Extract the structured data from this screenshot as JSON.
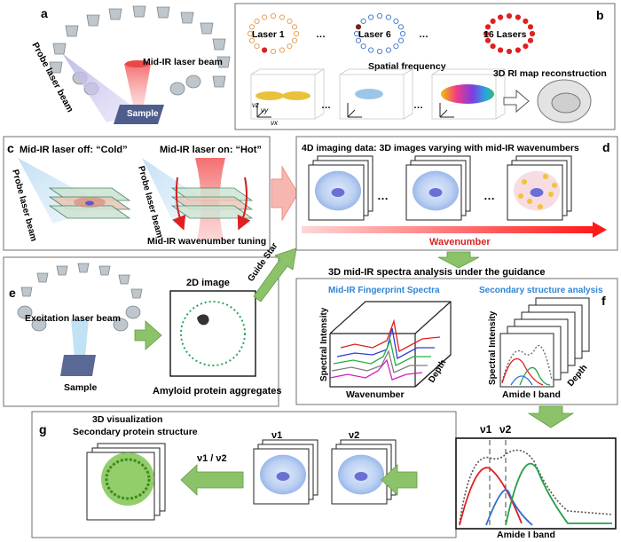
{
  "panels": {
    "a": {
      "letter": "a",
      "beam_label": "Mid-IR laser beam",
      "probe_label": "Probe laser beam",
      "sample_label": "Sample"
    },
    "b": {
      "letter": "b",
      "laser1": "Laser 1",
      "laser6": "Laser 6",
      "laser16": "16 Lasers",
      "ellipsis": "…",
      "spatial_frequency": "Spatial frequency",
      "reconstruction": "3D RI map reconstruction",
      "axis_vz": "νz",
      "axis_vy": "νy",
      "axis_vx": "νx"
    },
    "c": {
      "letter": "c",
      "cold_label": "Mid-IR laser off: “Cold”",
      "hot_label": "Mid-IR laser on: “Hot”",
      "probe_label": "Probe laser beam",
      "probe_label2": "Probe laser beam",
      "tuning_label": "Mid-IR wavenumber tuning"
    },
    "d": {
      "letter": "d",
      "title": "4D imaging data: 3D images varying with mid-IR wavenumbers",
      "wavenumber": "Wavenumber",
      "ellipsis": "…"
    },
    "e": {
      "letter": "e",
      "excitation_label": "Excitation laser beam",
      "sample_label": "Sample",
      "image2d_label": "2D image",
      "aggregates_label": "Amyloid protein aggregates",
      "guide_star": "Guide Star"
    },
    "mid": {
      "title": "3D mid-IR spectra analysis under the guidance"
    },
    "f": {
      "letter": "f",
      "fingerprint_title": "Mid-IR Fingerprint Spectra",
      "secondary_title": "Secondary structure analysis",
      "spectral_intensity": "Spectral Intensity",
      "wavenumber": "Wavenumber",
      "depth": "Depth",
      "spectral_intensity2": "Spectral Intensity",
      "amide_band": "Amide I band",
      "depth2": "Depth"
    },
    "g": {
      "letter": "g",
      "vis_title": "3D visualization",
      "vis_subtitle": "Secondary protein structure",
      "v1": "ν1",
      "v2": "ν2",
      "ratio": "ν1 / ν2",
      "band_v1": "ν1",
      "band_v2": "ν2",
      "amide_band": "Amide I band"
    }
  },
  "colors": {
    "arrow_green": "#8cc36a",
    "arrow_green_dark": "#5e9a3e",
    "red": "#e02020",
    "blue": "#2f5fd0",
    "cell_blue": "#a9c4ef",
    "nucleus": "#6a6fd6",
    "laser_off": "#f2a062",
    "laser_on": "#e23a2a"
  }
}
